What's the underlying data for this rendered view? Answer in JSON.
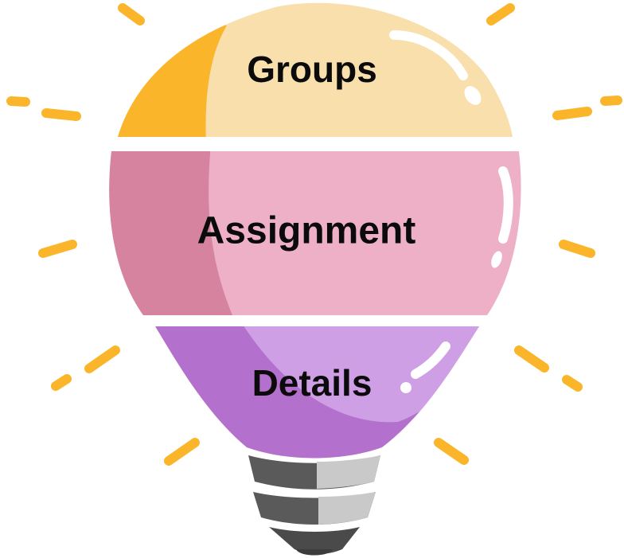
{
  "diagram": {
    "type": "lightbulb-layers",
    "sections": [
      {
        "label": "Groups",
        "color": "#F8DFAC",
        "shade": "#FBB52B"
      },
      {
        "label": "Assignment",
        "color": "#EEB0C7",
        "shade": "#D5839E"
      },
      {
        "label": "Details",
        "color": "#CF9FE6",
        "shade": "#B370CC"
      }
    ],
    "rays_color": "#FBB52B",
    "base_colors": {
      "dark": "#5A5A5A",
      "light": "#C9C9C9"
    }
  }
}
